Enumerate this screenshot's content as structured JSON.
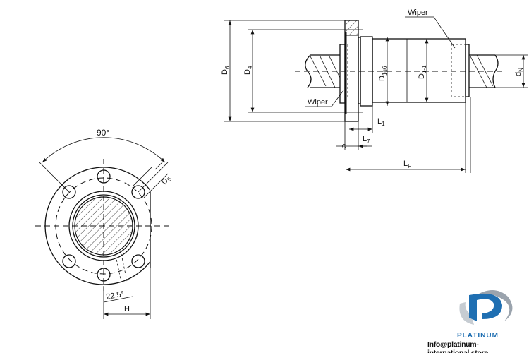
{
  "side_view": {
    "labels": {
      "wiper_top": "Wiper",
      "wiper_bottom": "Wiper",
      "D6": "D",
      "D6_sub": "6",
      "D4": "D",
      "D4_sub": "4",
      "D1g6": "D",
      "D1g6_sub": "1g6",
      "D1_1": "D",
      "D1_1_sub": "1-1",
      "dN": "d",
      "dN_sub": "N",
      "L1": "L",
      "L1_sub": "1",
      "L7": "L",
      "L7_sub": "7",
      "LF": "L",
      "LF_sub": "F"
    }
  },
  "front_view": {
    "labels": {
      "angle_90": "90°",
      "D5": "D",
      "D5_sub": "5",
      "angle_22_5": "22,5°",
      "H": "H"
    }
  },
  "logo": {
    "brand": "PLATINUM",
    "email": "Info@platinum-international.store",
    "color_primary": "#1f6fb2",
    "color_secondary": "#9aa3ad"
  }
}
